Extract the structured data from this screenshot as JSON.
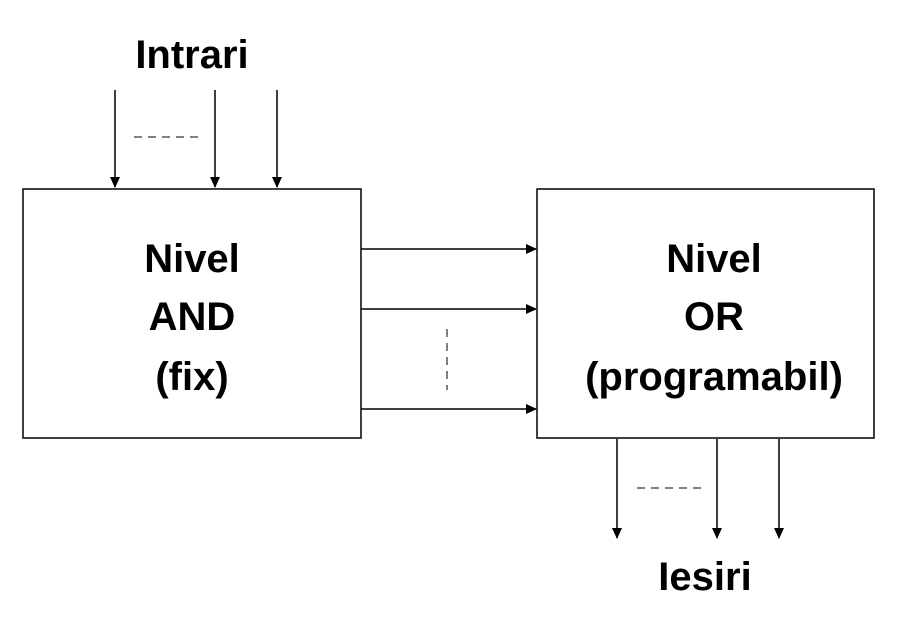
{
  "inputs_label": "Intrari",
  "outputs_label": "Iesiri",
  "and_block": {
    "line1": "Nivel",
    "line2": "AND",
    "line3": "(fix)"
  },
  "or_block": {
    "line1": "Nivel",
    "line2": "OR",
    "line3": "(programabil)"
  },
  "colors": {
    "stroke": "#000000",
    "background": "#ffffff"
  }
}
